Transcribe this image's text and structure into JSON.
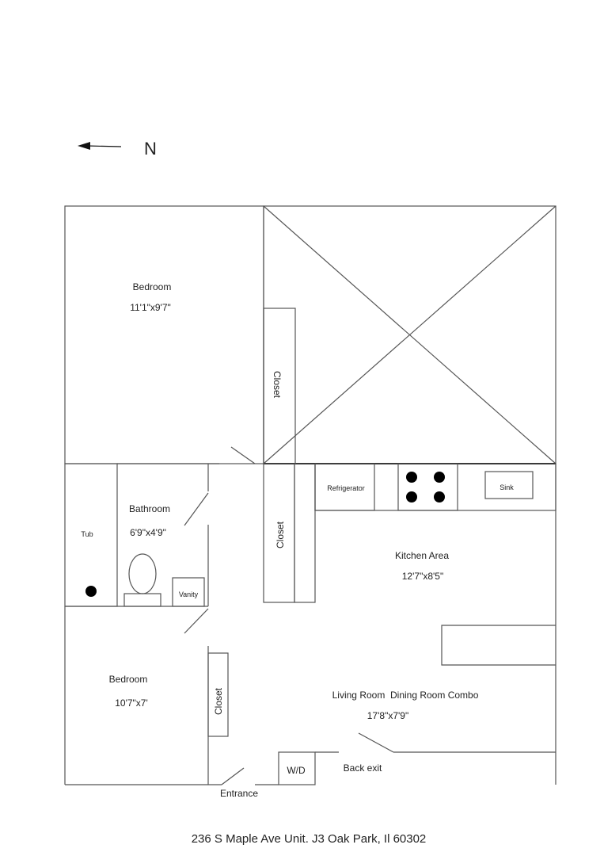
{
  "compass": {
    "label": "N"
  },
  "rooms": {
    "bedroom_top": {
      "name": "Bedroom",
      "size": "11'1\"x9'7\""
    },
    "bathroom": {
      "name": "Bathroom",
      "size": "6'9\"x4'9\""
    },
    "bedroom_bottom": {
      "name": "Bedroom",
      "size": "10'7\"x7'"
    },
    "kitchen": {
      "name": "Kitchen Area",
      "size": "12'7\"x8'5\""
    },
    "living": {
      "name": "Living Room  Dining Room Combo",
      "size": "17'8\"x7'9\""
    }
  },
  "fixtures": {
    "closet": "Closet",
    "tub": "Tub",
    "vanity": "Vanity",
    "refrigerator": "Refrigerator",
    "sink": "Sink",
    "washer_dryer": "W/D"
  },
  "labels": {
    "entrance": "Entrance",
    "back_exit": "Back exit"
  },
  "address": "236 S Maple Ave Unit. J3 Oak Park, Il 60302",
  "colors": {
    "fixture": "#d6e9f5",
    "sink": "#a8d8d2"
  }
}
